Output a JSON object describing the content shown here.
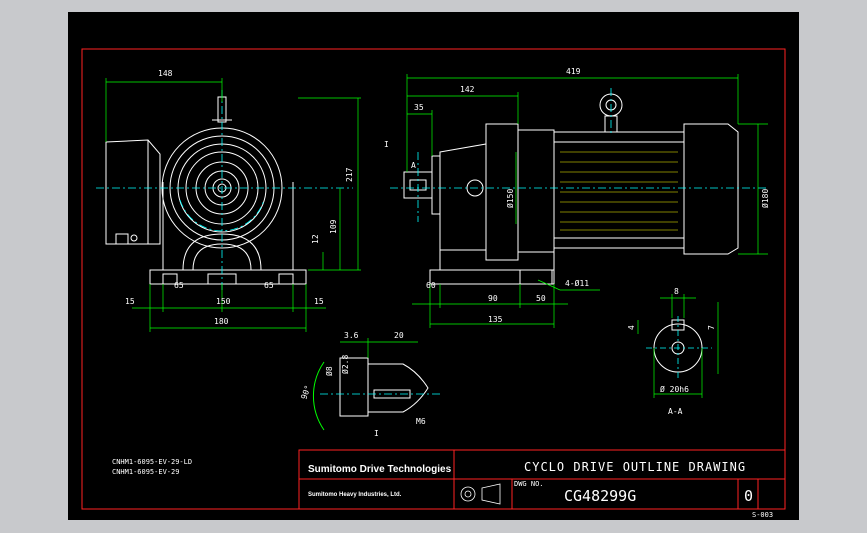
{
  "drawing": {
    "title": "CYCLO DRIVE OUTLINE DRAWING",
    "drawing_number": "CG48299G",
    "revision": "0",
    "dwg_no_label": "DWG NO.",
    "sheet_code": "S-003",
    "company_primary": "Sumitomo Drive Technologies",
    "company_secondary": "Sumitomo Heavy Industries, Ltd.",
    "model_codes": [
      "CNHM1-6095-EV-29-LD",
      "CNHM1-6095-EV-29"
    ],
    "section_label": "A-A",
    "detail_label": "I",
    "view_letter": "A",
    "colors": {
      "border": "#ff2222",
      "lines": "#ffffff",
      "centerlines": "#00ffff",
      "dims": "#00ff00",
      "hidden": "#ffff00"
    }
  },
  "front_view": {
    "dims": [
      "148",
      "217",
      "109",
      "12",
      "15",
      "65",
      "150",
      "65",
      "15",
      "180"
    ]
  },
  "side_view": {
    "dims": [
      "419",
      "142",
      "35",
      "Ø150",
      "Ø180",
      "60",
      "90",
      "50",
      "135",
      "4-Ø11"
    ]
  },
  "shaft_detail": {
    "dims": [
      "3.6",
      "20",
      "Ø8",
      "Ø2.8",
      "90°",
      "M6"
    ]
  },
  "section_aa": {
    "dims": [
      "8",
      "4",
      "7",
      "Ø 20h6"
    ]
  }
}
